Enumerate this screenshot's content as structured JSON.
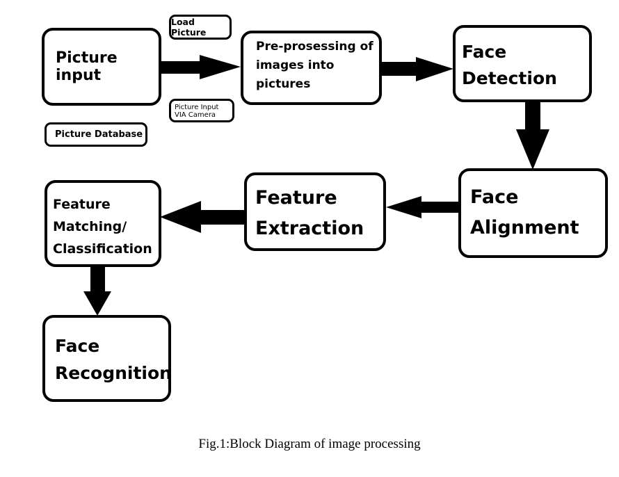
{
  "nodes": {
    "picture_input": "Picture input",
    "load_picture": "Load Picture",
    "picture_input_camera": "Picture Input VIA Camera",
    "picture_database": "Picture Database",
    "preprocessing": [
      "Pre-prosessing of",
      "images into",
      "pictures"
    ],
    "face_detection": [
      "Face",
      "Detection"
    ],
    "face_alignment": [
      "Face",
      "Alignment"
    ],
    "feature_extraction": [
      "Feature",
      "Extraction"
    ],
    "feature_matching": [
      "Feature",
      "Matching/",
      "Classification"
    ],
    "face_recognition": [
      "Face",
      "Recognition"
    ]
  },
  "caption": "Fig.1:Block Diagram of image processing"
}
